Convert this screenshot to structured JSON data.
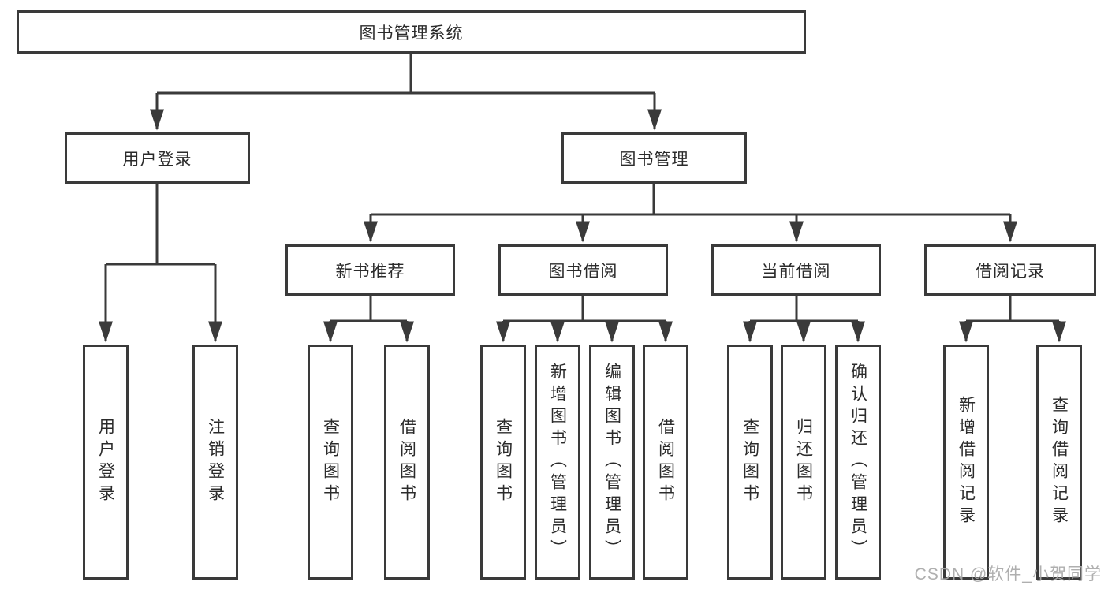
{
  "colors": {
    "line": "#3a3a3a",
    "box_border": "#3a3a3a",
    "text": "#2b2b2b",
    "background": "#ffffff",
    "watermark": "#a8a8a8"
  },
  "watermark": {
    "text": "CSDN @软件_小贺同学"
  },
  "tree": {
    "root": {
      "label": "图书管理系统"
    },
    "branches": [
      {
        "label": "用户登录",
        "children": [
          {
            "label": "用户登录"
          },
          {
            "label": "注销登录"
          }
        ]
      },
      {
        "label": "图书管理",
        "children": [
          {
            "label": "新书推荐",
            "children": [
              {
                "label": "查询图书"
              },
              {
                "label": "借阅图书"
              }
            ]
          },
          {
            "label": "图书借阅",
            "children": [
              {
                "label": "查询图书"
              },
              {
                "label": "新增图书（管理员）"
              },
              {
                "label": "编辑图书（管理员）"
              },
              {
                "label": "借阅图书"
              }
            ]
          },
          {
            "label": "当前借阅",
            "children": [
              {
                "label": "查询图书"
              },
              {
                "label": "归还图书"
              },
              {
                "label": "确认归还（管理员）"
              }
            ]
          },
          {
            "label": "借阅记录",
            "children": [
              {
                "label": "新增借阅记录"
              },
              {
                "label": "查询借阅记录"
              }
            ]
          }
        ]
      }
    ]
  }
}
